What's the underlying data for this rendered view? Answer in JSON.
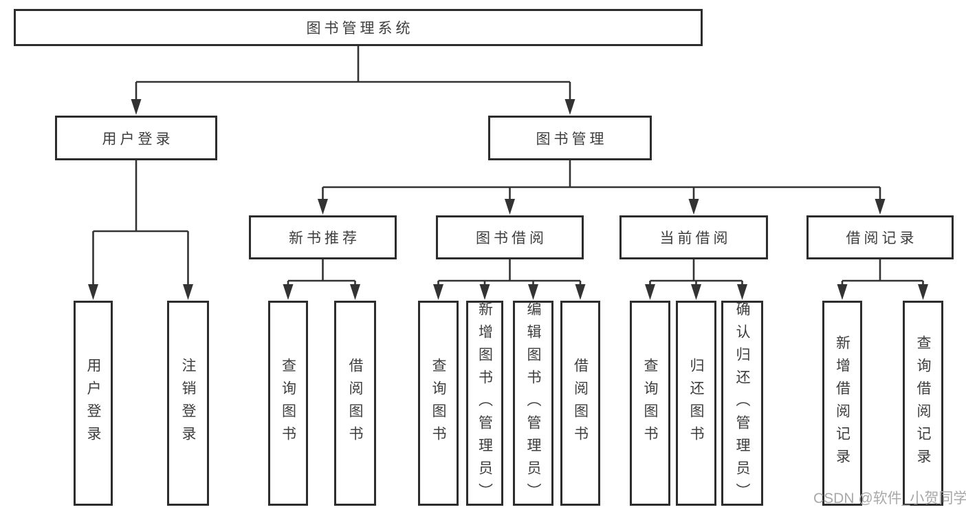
{
  "colors": {
    "background": "#ffffff",
    "box_border": "#2d2d2d",
    "connector_line": "#333333",
    "text": "#3e3e3e",
    "watermark_text": "#a8a8a8"
  },
  "watermark": "CSDN @软件_小贺同学",
  "tree": {
    "root": {
      "label": "图书管理系统"
    },
    "branches": [
      {
        "label": "用户登录",
        "leaves": [
          {
            "label": "用户登录"
          },
          {
            "label": "注销登录"
          }
        ]
      },
      {
        "label": "图书管理",
        "groups": [
          {
            "label": "新书推荐",
            "leaves": [
              {
                "label": "查询图书"
              },
              {
                "label": "借阅图书"
              }
            ]
          },
          {
            "label": "图书借阅",
            "leaves": [
              {
                "label": "查询图书"
              },
              {
                "label": "新增图书（管理员）"
              },
              {
                "label": "编辑图书（管理员）"
              },
              {
                "label": "借阅图书"
              }
            ]
          },
          {
            "label": "当前借阅",
            "leaves": [
              {
                "label": "查询图书"
              },
              {
                "label": "归还图书"
              },
              {
                "label": "确认归还（管理员）"
              }
            ]
          },
          {
            "label": "借阅记录",
            "leaves": [
              {
                "label": "新增借阅记录"
              },
              {
                "label": "查询借阅记录"
              }
            ]
          }
        ]
      }
    ]
  }
}
